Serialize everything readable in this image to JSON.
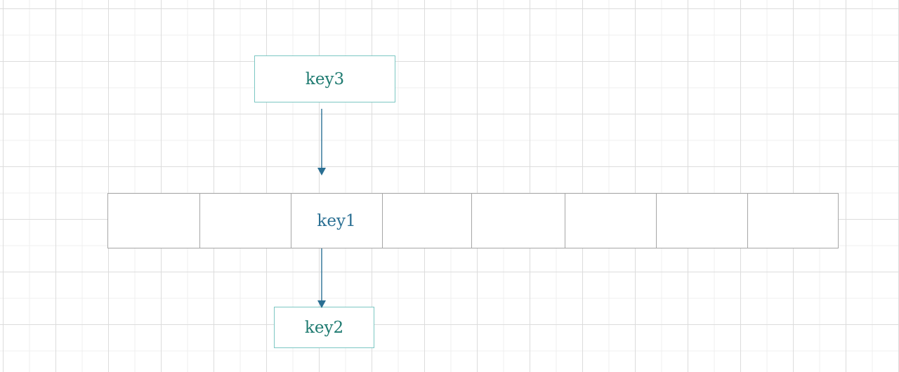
{
  "diagram": {
    "top_node": {
      "label": "key3"
    },
    "array": {
      "cells": [
        {
          "label": ""
        },
        {
          "label": ""
        },
        {
          "label": "key1"
        },
        {
          "label": ""
        },
        {
          "label": ""
        },
        {
          "label": ""
        },
        {
          "label": ""
        },
        {
          "label": ""
        }
      ]
    },
    "bottom_node": {
      "label": "key2"
    },
    "colors": {
      "node_border": "#7cc7c3",
      "node_text": "#1e7a70",
      "array_text": "#2a6f93",
      "array_border": "#a6a6a6",
      "arrow": "#2a6f93",
      "grid": "#dcdcdc"
    }
  }
}
